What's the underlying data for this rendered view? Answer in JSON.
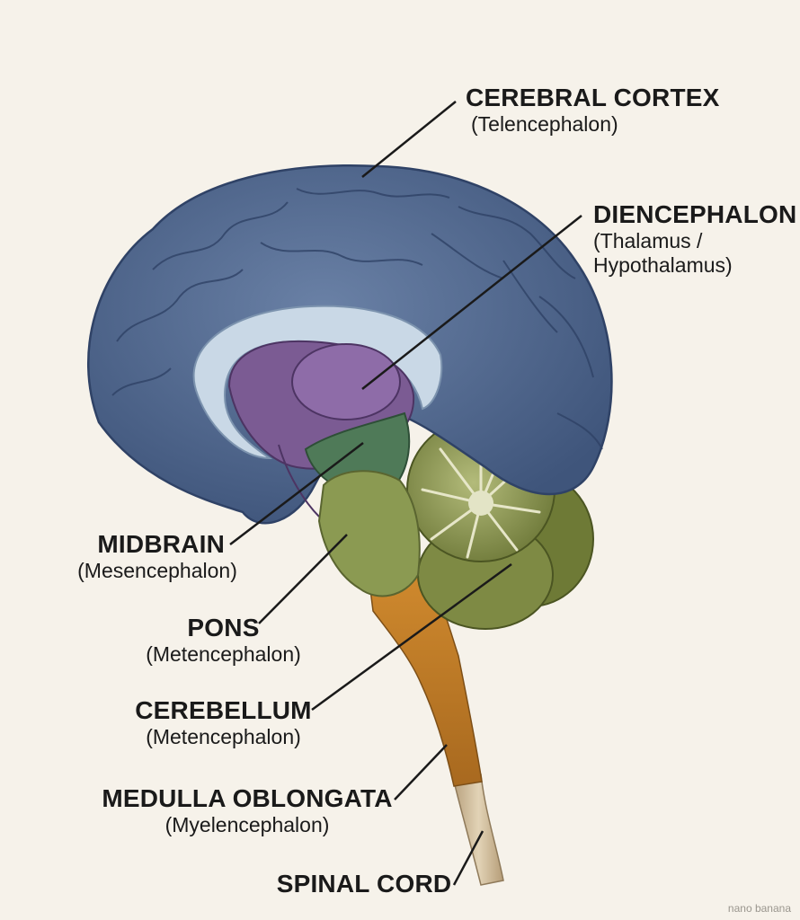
{
  "labels": {
    "cerebral_cortex": {
      "name": "CEREBRAL CORTEX",
      "sub": "(Telencephalon)"
    },
    "diencephalon": {
      "name": "DIENCEPHALON",
      "sub1": "(Thalamus /",
      "sub2": "Hypothalamus)"
    },
    "midbrain": {
      "name": "MIDBRAIN",
      "sub": "(Mesencephalon)"
    },
    "pons": {
      "name": "PONS",
      "sub": "(Metencephalon)"
    },
    "cerebellum": {
      "name": "CEREBELLUM",
      "sub": "(Metencephalon)"
    },
    "medulla": {
      "name": "MEDULLA OBLONGATA",
      "sub": "(Myelencephalon)"
    },
    "spinal_cord": {
      "name": "SPINAL CORD"
    }
  },
  "watermark": "nano banana",
  "colors": {
    "background": "#f6f2ea",
    "cortex": "#536a91",
    "corpus_callosum": "#c9d8e6",
    "diencephalon": "#7b5b93",
    "midbrain": "#4f7a58",
    "pons": "#8b9a52",
    "cerebellum": "#9aa35e",
    "medulla": "#c9872f",
    "spinal_cord": "#d6c2a0"
  }
}
